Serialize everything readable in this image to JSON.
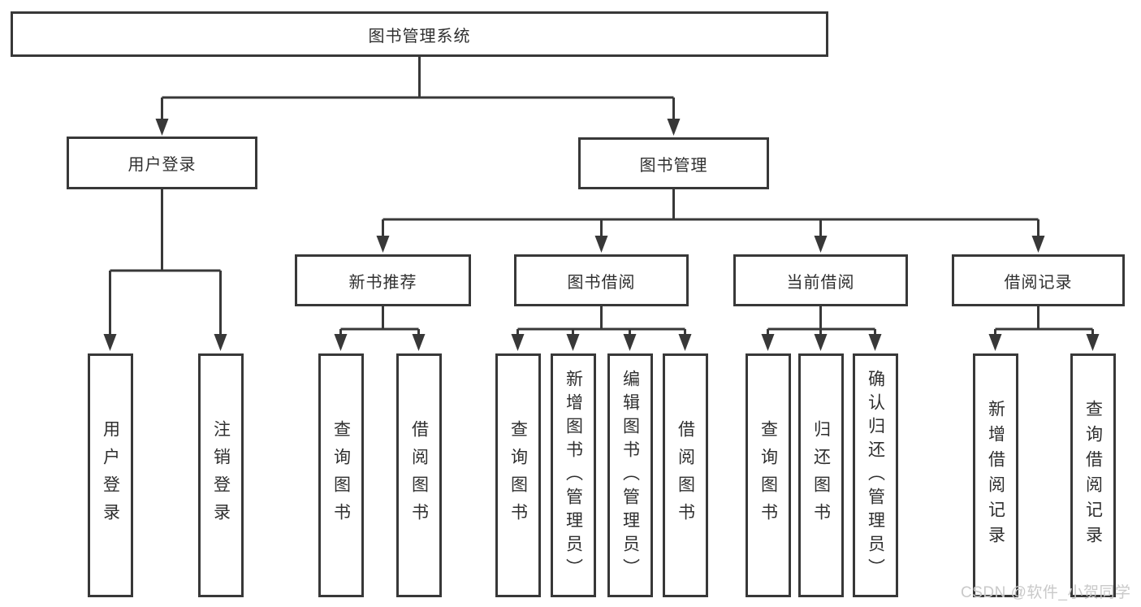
{
  "colors": {
    "line": "#383838",
    "box_border": "#383838",
    "box_background": "#ffffff",
    "text": "#2f2f2f",
    "watermark": "#c9c9c9"
  },
  "tree": {
    "root": {
      "label": "图书管理系统"
    },
    "branches": [
      {
        "label": "用户登录",
        "children": [
          "用户登录",
          "注销登录"
        ]
      },
      {
        "label": "图书管理",
        "children": [
          {
            "label": "新书推荐",
            "children": [
              "查询图书",
              "借阅图书"
            ]
          },
          {
            "label": "图书借阅",
            "children": [
              "查询图书",
              "新增图书（管理员）",
              "编辑图书（管理员）",
              "借阅图书"
            ]
          },
          {
            "label": "当前借阅",
            "children": [
              "查询图书",
              "归还图书",
              "确认归还（管理员）"
            ]
          },
          {
            "label": "借阅记录",
            "children": [
              "新增借阅记录",
              "查询借阅记录"
            ]
          }
        ]
      }
    ]
  },
  "watermark": {
    "text": "CSDN @软件_小贺同学"
  }
}
